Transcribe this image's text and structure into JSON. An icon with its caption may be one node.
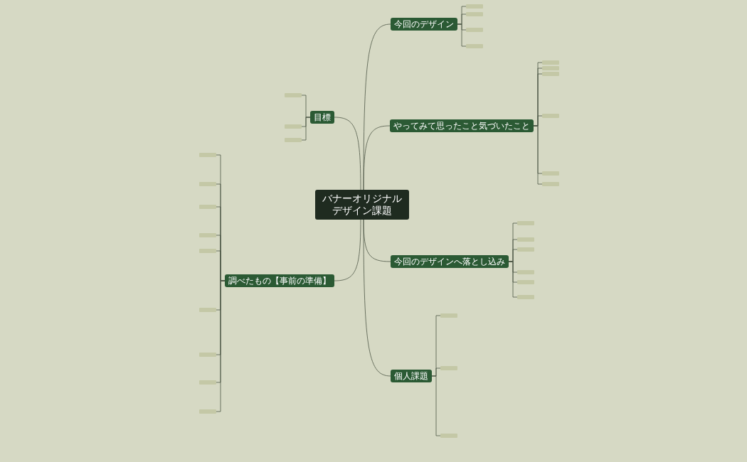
{
  "diagram": {
    "nodes": [
      {
        "text": [
          "バナーオリジナルデザイン課題"
        ]
      },
      {
        "text": [
          "今回のデザイン"
        ]
      },
      {
        "text": [
          "やってみて思ったこと気づいたこと"
        ]
      },
      {
        "text": [
          "目標"
        ]
      },
      {
        "text": [
          "調べたもの【事前の準備】"
        ]
      },
      {
        "text": [
          "今回のデザインへ落とし込み"
        ]
      },
      {
        "text": [
          "個人課題"
        ]
      },
      {
        "text": [],
        "shape": "box"
      },
      {
        "text": [],
        "shape": "box"
      },
      {
        "text": [],
        "shape": "box"
      },
      {
        "text": [],
        "shape": "box"
      },
      {
        "text": [],
        "shape": "box"
      },
      {
        "text": [],
        "shape": "box"
      },
      {
        "text": [],
        "shape": "box"
      },
      {
        "text": [],
        "shape": "box"
      },
      {
        "text": [],
        "shape": "box"
      },
      {
        "text": [],
        "shape": "box"
      },
      {
        "text": [],
        "shape": "box"
      },
      {
        "text": [],
        "shape": "box"
      },
      {
        "text": [],
        "shape": "box"
      },
      {
        "text": [],
        "shape": "box"
      },
      {
        "text": [],
        "shape": "box"
      },
      {
        "text": [],
        "shape": "box"
      },
      {
        "text": [],
        "shape": "box"
      },
      {
        "text": [],
        "shape": "box"
      },
      {
        "text": [],
        "shape": "box"
      },
      {
        "text": [],
        "shape": "box"
      },
      {
        "text": [],
        "shape": "box"
      },
      {
        "text": [],
        "shape": "box"
      },
      {
        "text": [],
        "shape": "box"
      },
      {
        "text": [],
        "shape": "box"
      },
      {
        "text": [],
        "shape": "box"
      },
      {
        "text": [],
        "shape": "box"
      },
      {
        "text": [],
        "shape": "box"
      },
      {
        "text": [],
        "shape": "box"
      },
      {
        "text": [],
        "shape": "box"
      },
      {
        "text": [],
        "shape": "box"
      },
      {
        "text": [],
        "shape": "box"
      }
    ],
    "edges": [
      {
        "from": 0,
        "to": 1,
        "arrow": "none"
      },
      {
        "from": 0,
        "to": 2,
        "arrow": "none"
      },
      {
        "from": 0,
        "to": 3,
        "arrow": "none"
      },
      {
        "from": 0,
        "to": 4,
        "arrow": "none"
      },
      {
        "from": 0,
        "to": 5,
        "arrow": "none"
      },
      {
        "from": 0,
        "to": 6,
        "arrow": "none"
      },
      {
        "from": 1,
        "to": 7,
        "arrow": "none"
      },
      {
        "from": 1,
        "to": 8,
        "arrow": "none"
      },
      {
        "from": 1,
        "to": 9,
        "arrow": "none"
      },
      {
        "from": 1,
        "to": 10,
        "arrow": "none"
      },
      {
        "from": 2,
        "to": 11,
        "arrow": "none"
      },
      {
        "from": 2,
        "to": 12,
        "arrow": "none"
      },
      {
        "from": 2,
        "to": 13,
        "arrow": "none"
      },
      {
        "from": 2,
        "to": 14,
        "arrow": "none"
      },
      {
        "from": 2,
        "to": 15,
        "arrow": "none"
      },
      {
        "from": 2,
        "to": 16,
        "arrow": "none"
      },
      {
        "from": 3,
        "to": 17,
        "arrow": "none"
      },
      {
        "from": 3,
        "to": 18,
        "arrow": "none"
      },
      {
        "from": 3,
        "to": 19,
        "arrow": "none"
      },
      {
        "from": 4,
        "to": 20,
        "arrow": "none"
      },
      {
        "from": 4,
        "to": 21,
        "arrow": "none"
      },
      {
        "from": 4,
        "to": 22,
        "arrow": "none"
      },
      {
        "from": 4,
        "to": 23,
        "arrow": "none"
      },
      {
        "from": 4,
        "to": 24,
        "arrow": "none"
      },
      {
        "from": 4,
        "to": 25,
        "arrow": "none"
      },
      {
        "from": 4,
        "to": 26,
        "arrow": "none"
      },
      {
        "from": 4,
        "to": 27,
        "arrow": "none"
      },
      {
        "from": 4,
        "to": 28,
        "arrow": "none"
      },
      {
        "from": 5,
        "to": 29,
        "arrow": "none"
      },
      {
        "from": 5,
        "to": 30,
        "arrow": "none"
      },
      {
        "from": 5,
        "to": 31,
        "arrow": "none"
      },
      {
        "from": 5,
        "to": 32,
        "arrow": "none"
      },
      {
        "from": 5,
        "to": 33,
        "arrow": "none"
      },
      {
        "from": 5,
        "to": 34,
        "arrow": "none"
      },
      {
        "from": 6,
        "to": 35,
        "arrow": "none"
      },
      {
        "from": 6,
        "to": 36,
        "arrow": "none"
      },
      {
        "from": 6,
        "to": 37,
        "arrow": "none"
      }
    ]
  }
}
